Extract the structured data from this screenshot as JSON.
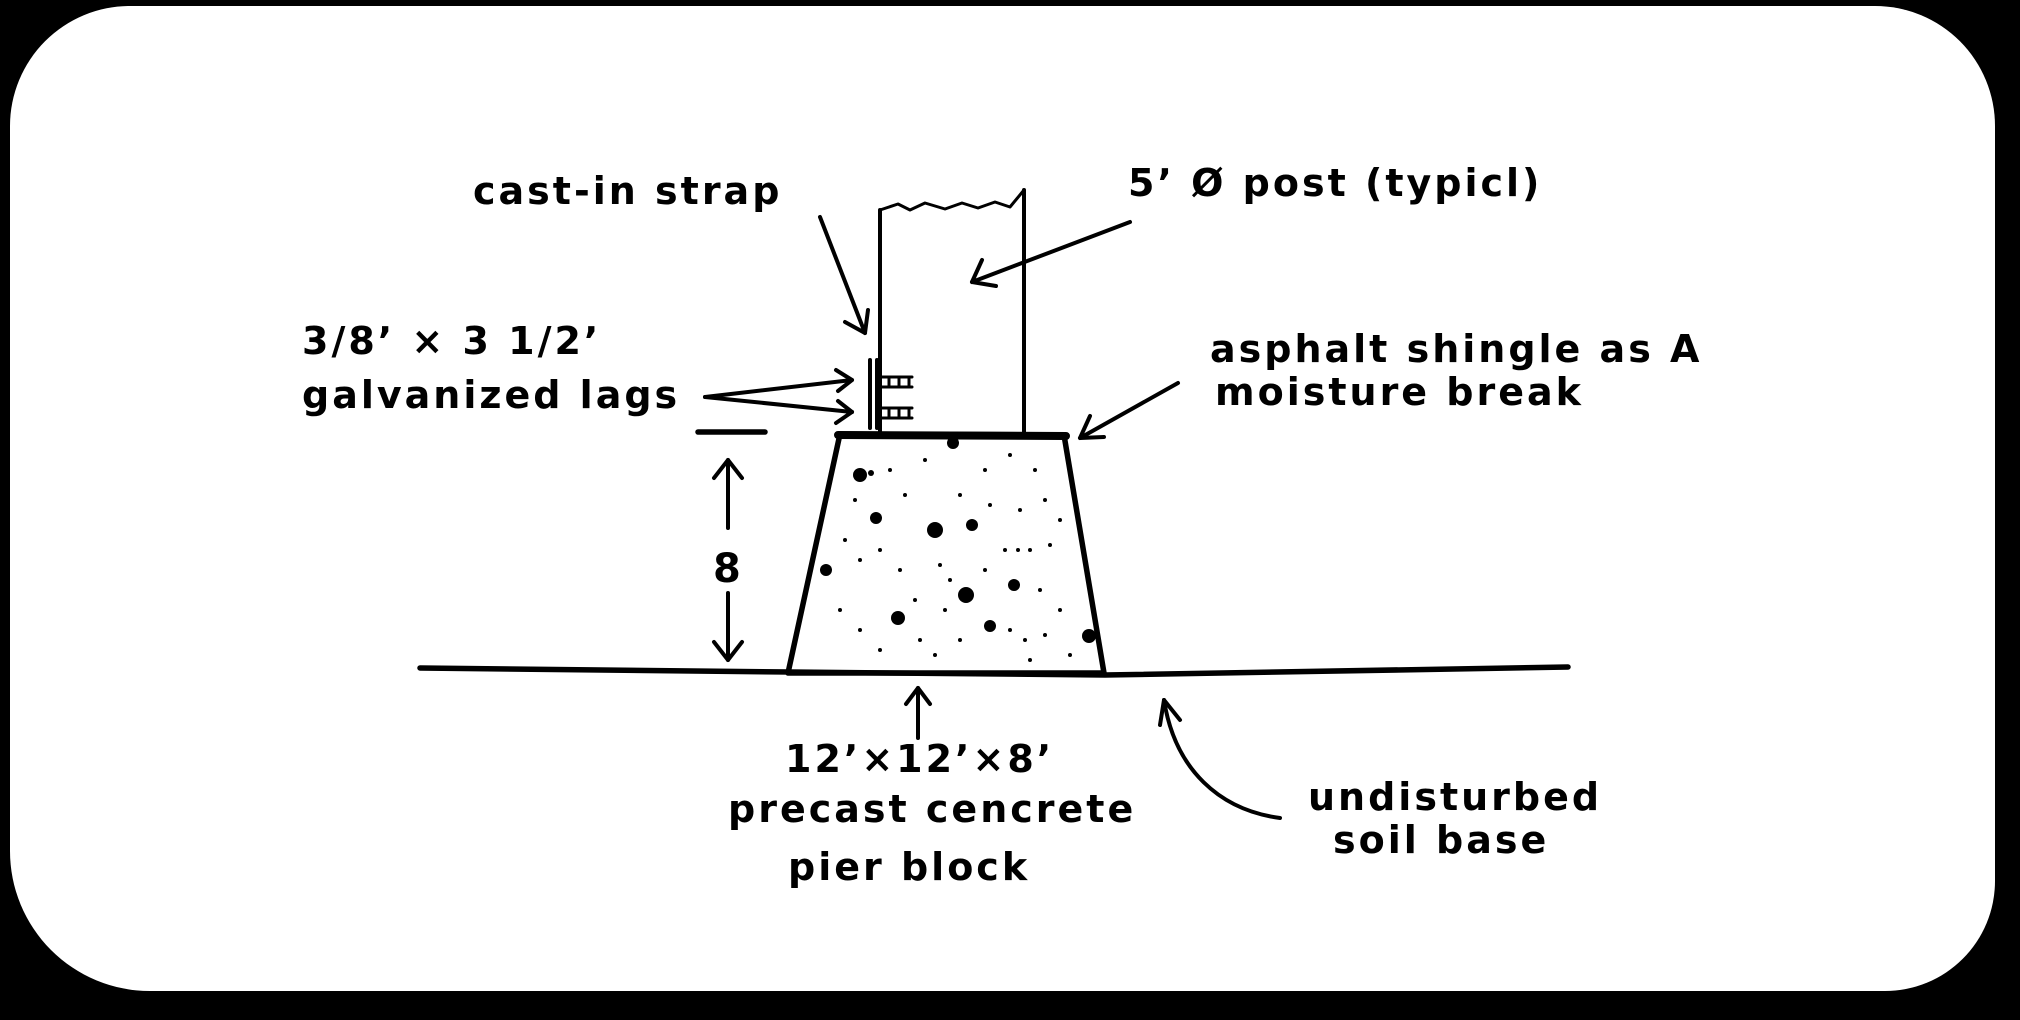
{
  "labels": {
    "cast_in_strap": "cast-in strap",
    "post": "5’ Ø post (typicl)",
    "lag_size": "3/8’ × 3 1/2’",
    "lag_desc": "galvanized lags",
    "shingle_line1": "asphalt shingle as A",
    "shingle_line2": "moisture break",
    "height": "8",
    "block_dims": "12’×12’×8’",
    "block_desc_line1": "precast cencrete",
    "block_desc_line2": "pier block",
    "soil_line1": "undisturbed",
    "soil_line2": "soil base"
  }
}
